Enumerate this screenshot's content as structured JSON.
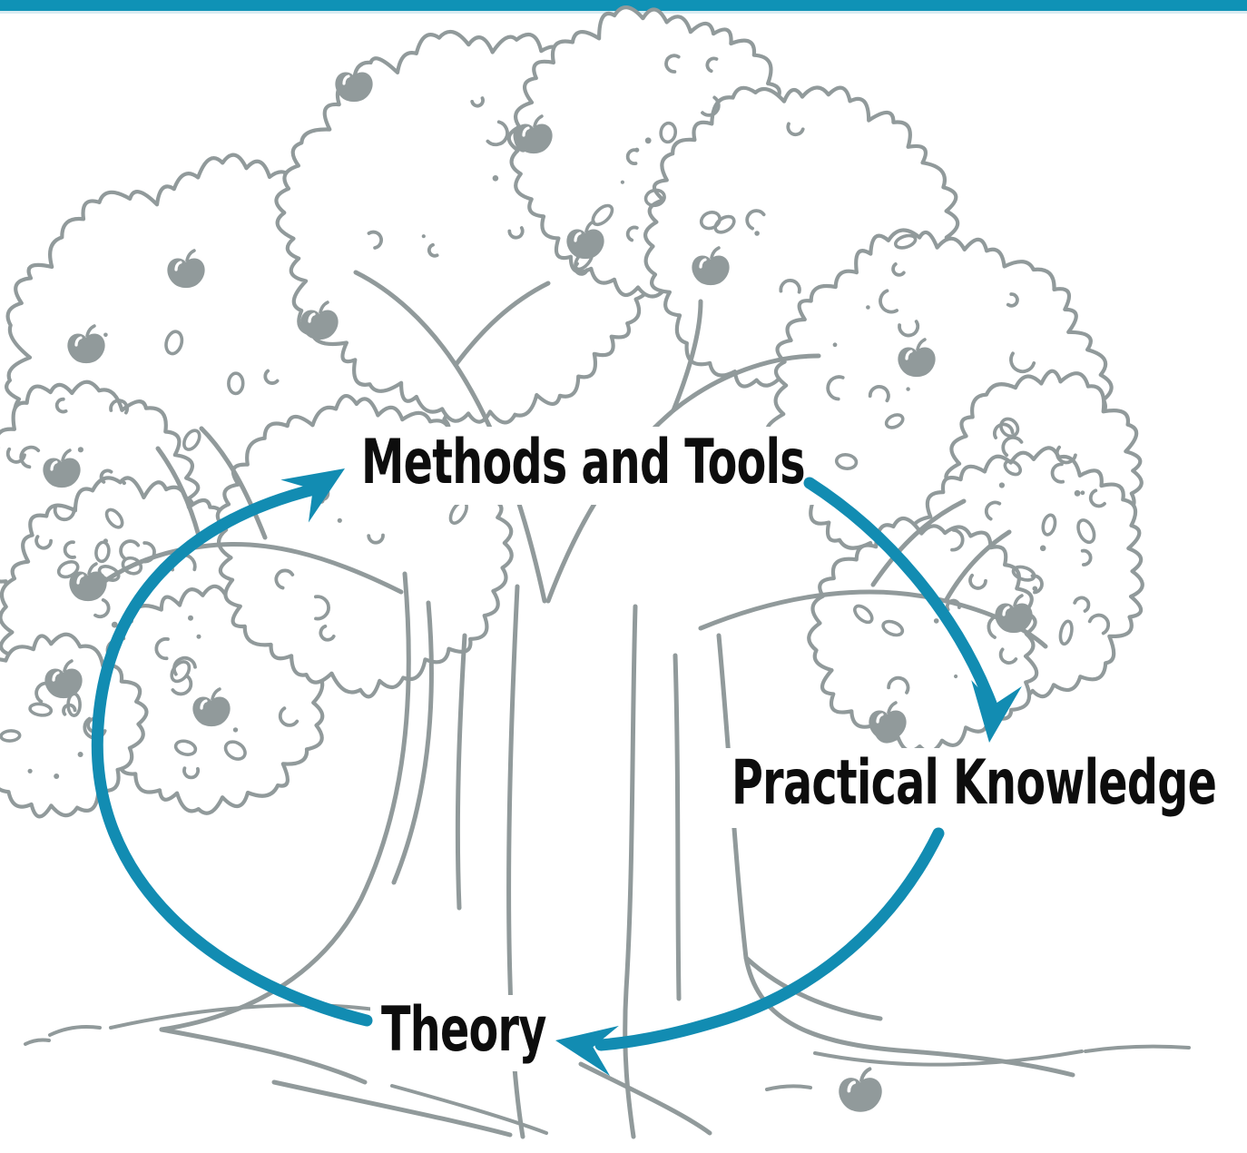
{
  "colors": {
    "accent_teal": "#128cb2",
    "top_bar_teal": "#0f92b6",
    "tree_gray": "#919a9b",
    "label_black": "#0d0d0d"
  },
  "diagram": {
    "type": "cycle",
    "subject": "hand-drawn apple tree with knowledge cycle arrows",
    "nodes": [
      {
        "id": "methods_tools",
        "label": "Methods and Tools"
      },
      {
        "id": "practical_knowledge",
        "label": "Practical Knowledge"
      },
      {
        "id": "theory",
        "label": "Theory"
      }
    ],
    "edges": [
      {
        "from": "theory",
        "to": "methods_tools"
      },
      {
        "from": "methods_tools",
        "to": "practical_knowledge"
      },
      {
        "from": "practical_knowledge",
        "to": "theory"
      }
    ]
  }
}
